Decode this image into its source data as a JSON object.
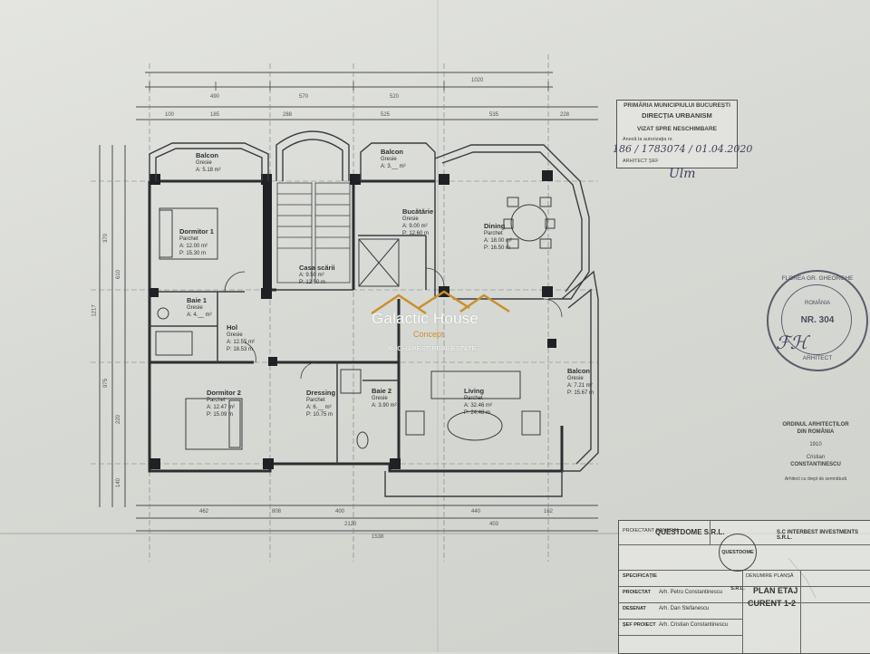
{
  "stamp": {
    "line1": "PRIMĂRIA MUNICIPIULUI BUCUREȘTI",
    "line2": "DIRECȚIA URBANISM",
    "line3": "VIZAT SPRE NESCHIMBARE",
    "line4": "Anexă la autorizația nr.",
    "handwritten_number": "186 / 1783074 / 01.04.2020",
    "arhitect": "ARHITECT ȘEF",
    "signature": "Ulm"
  },
  "logo": {
    "name": "Galactic House",
    "sub": "Concept",
    "tagline": "BUCHAREST REAL ESTATE",
    "accent_color": "#c9902d"
  },
  "rooms": [
    {
      "name": "Balcon",
      "floor": "Gresie",
      "area": "A: 5.18 m²"
    },
    {
      "name": "Dormitor 1",
      "floor": "Parchet",
      "area": "A: 12.00 m²",
      "perim": "P: 15.30 m"
    },
    {
      "name": "Casa scării",
      "floor": "",
      "area": "A: 9.50 m²",
      "perim": "P: 12.50 m"
    },
    {
      "name": "Balcon",
      "floor": "Gresie",
      "area": "A: 3.__ m²"
    },
    {
      "name": "Bucătărie",
      "floor": "Gresie",
      "area": "A: 9.00 m²",
      "perim": "P: 12.60 m"
    },
    {
      "name": "Dining",
      "floor": "Parchet",
      "area": "A: 18.00 m²",
      "perim": "P: 16.50 m"
    },
    {
      "name": "Baie 1",
      "floor": "Gresie",
      "area": "A: 4.__ m²"
    },
    {
      "name": "Hol",
      "floor": "Gresie",
      "area": "A: 12.55 m²",
      "perim": "P: 18.53 m"
    },
    {
      "name": "Dormitor 2",
      "floor": "Parchet",
      "area": "A: 12.47 m²",
      "perim": "P: 15.09 m"
    },
    {
      "name": "Dressing",
      "floor": "Parchet",
      "area": "A: 6.__ m²",
      "perim": "P: 10.75 m"
    },
    {
      "name": "Baie 2",
      "floor": "Gresie",
      "area": "A: 3.90 m²"
    },
    {
      "name": "Living",
      "floor": "Parchet",
      "area": "A: 32.46 m²",
      "perim": "P: 24.48 m"
    },
    {
      "name": "Balcon",
      "floor": "Gresie",
      "area": "A: 7.21 m²",
      "perim": "P: 15.67 m"
    }
  ],
  "dimensions": {
    "top": [
      "100",
      "185",
      "490",
      "570",
      "288",
      "520",
      "525",
      "1020",
      "535",
      "228"
    ],
    "bottom": [
      "462",
      "808",
      "400",
      "440",
      "162",
      "403",
      "2120",
      "1538"
    ],
    "left": [
      "1217",
      "370",
      "610",
      "975",
      "220",
      "140"
    ]
  },
  "seal": {
    "ring": "FLOREA GR. GHEORGHE",
    "country": "ROMÂNIA",
    "nr": "NR. 304",
    "type": "ARHITECT"
  },
  "ordin": {
    "line1": "ORDINUL ARHITECȚILOR",
    "line2": "DIN ROMÂNIA",
    "number": "1910",
    "first": "Cristian",
    "last": "CONSTANTINESCU",
    "line3": "Arhitect cu drept de semnătură"
  },
  "titleblock": {
    "firm": "QUESTDOME S.R.L.",
    "beneficiar": "S.C INTERBEST INVESTMENTS S.R.L.",
    "proiect_label": "PROIECTANT GENERAL",
    "stamp": "QUESTDOME S.R.L.",
    "rows": [
      {
        "label": "SPECIFICAȚIE",
        "value": ""
      },
      {
        "label": "PROIECTAT",
        "value": "Arh. Petru Constantinescu"
      },
      {
        "label": "DESENAT",
        "value": "Arh. Dan Stefanescu"
      },
      {
        "label": "ȘEF PROIECT",
        "value": "Arh. Cristian Constantinescu"
      }
    ],
    "plan_title": "PLAN ETAJ",
    "plan_sub": "CURENT 1-2",
    "scale_label": "DENUMIRE PLANȘĂ"
  }
}
